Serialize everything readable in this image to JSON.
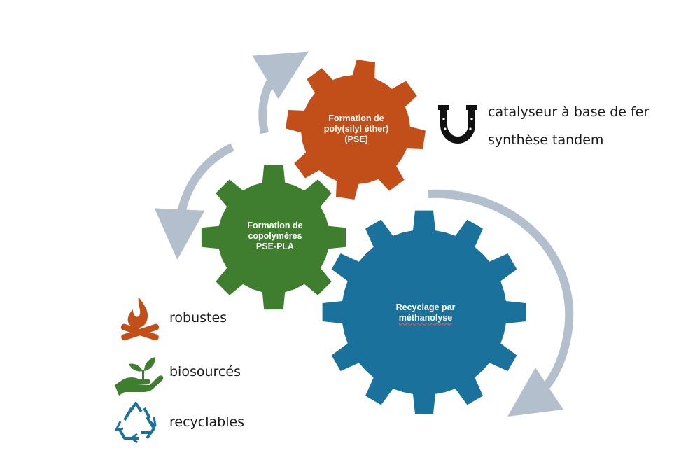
{
  "colors": {
    "gear_top": "#c24f19",
    "gear_left": "#3f7e2f",
    "gear_big": "#19719c",
    "arrow": "#b3bfcc",
    "icon_fire": "#c24f19",
    "icon_plant": "#3f7e2f",
    "icon_recycle": "#19719c",
    "text": "#1a1a1a"
  },
  "gears": {
    "top": {
      "lines": [
        "Formation de",
        "poly(silyl éther)",
        "(PSE)"
      ]
    },
    "left": {
      "lines": [
        "Formation de",
        "copolymères",
        "PSE-PLA"
      ]
    },
    "big": {
      "line1": "Recyclage par",
      "line2": "méthanolyse"
    }
  },
  "catalyst": {
    "icon": "horseshoe-icon",
    "line1": "catalyseur à base de fer",
    "line2": "synthèse tandem"
  },
  "properties": [
    {
      "icon": "fire-icon",
      "label": "robustes"
    },
    {
      "icon": "plant-hand-icon",
      "label": "biosourcés"
    },
    {
      "icon": "recycle-icon",
      "label": "recyclables"
    }
  ]
}
